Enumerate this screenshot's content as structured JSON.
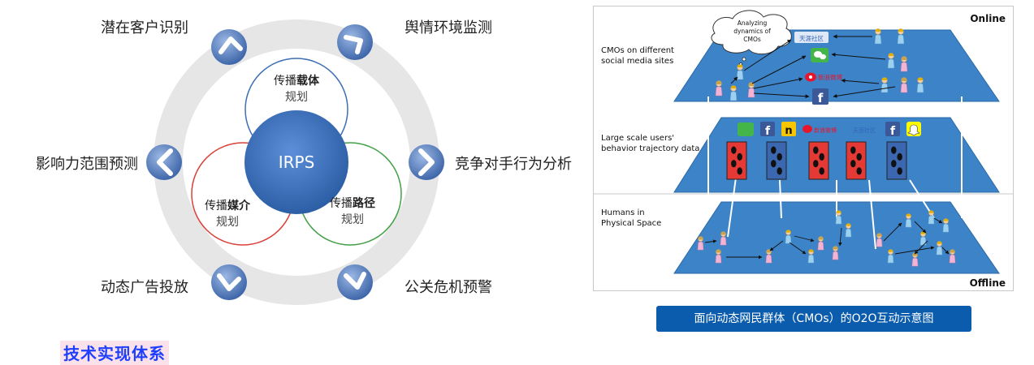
{
  "left": {
    "center_label": "IRPS",
    "circles": [
      {
        "title_normal": "传播",
        "title_bold": "载体",
        "sub": "规划",
        "color": "#3d6fb5"
      },
      {
        "title_normal": "传播",
        "title_bold": "媒介",
        "sub": "规划",
        "color": "#d9413a"
      },
      {
        "title_normal": "传播",
        "title_bold": "路径",
        "sub": "规划",
        "color": "#43a047"
      }
    ],
    "functions": [
      "潜在客户识别",
      "舆情环境监测",
      "竞争对手行为分析",
      "公关危机预警",
      "动态广告投放",
      "影响力范围预测"
    ]
  },
  "right": {
    "corner_online": "Online",
    "corner_offline": "Offline",
    "cloud_text": [
      "Analyzing",
      "dynamics of",
      "CMOs"
    ],
    "layer_labels": {
      "top": [
        "CMOs on different",
        "social media sites"
      ],
      "middle": [
        "Large scale users'",
        "behavior trajectory data"
      ],
      "bottom": [
        "Humans in",
        "Physical Space"
      ]
    },
    "platforms": {
      "tianya": "天涯社区",
      "weibo": "新浪微博",
      "facebook": "f",
      "renren": "n"
    }
  },
  "caption": "面向动态网民群体（CMOs）的O2O互动示意图",
  "bottom_title": "技术实现体系"
}
